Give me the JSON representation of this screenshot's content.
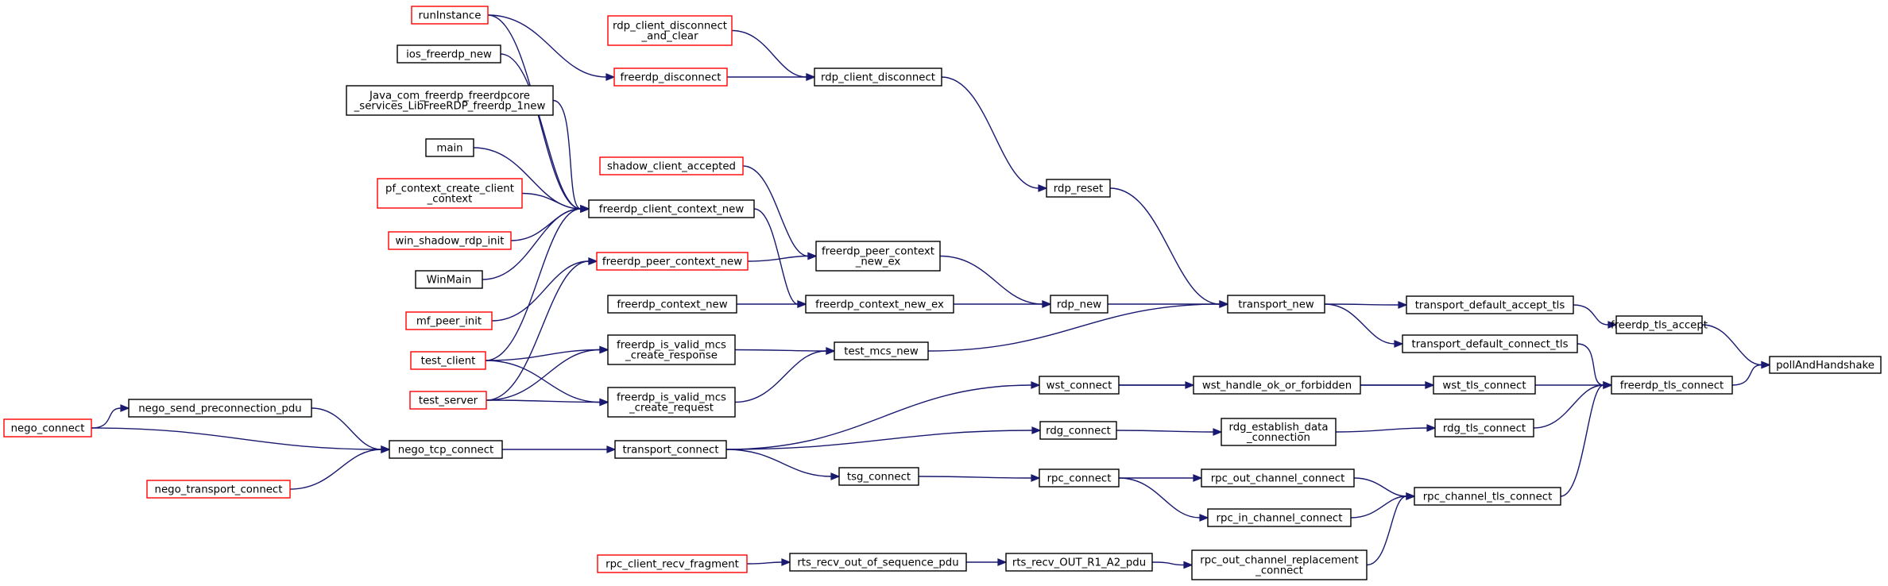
{
  "colors": {
    "edge": "#191970",
    "normal_border": "#000000",
    "truncated_border": "#ff0000",
    "focus_fill": "#bfbfbf"
  },
  "nodes": [
    {
      "id": "pollAndHandshake",
      "lines": [
        "pollAndHandshake"
      ],
      "kind": "focus"
    },
    {
      "id": "freerdp_tls_accept",
      "lines": [
        "freerdp_tls_accept"
      ],
      "kind": "normal"
    },
    {
      "id": "freerdp_tls_connect",
      "lines": [
        "freerdp_tls_connect"
      ],
      "kind": "normal"
    },
    {
      "id": "transport_default_accept_tls",
      "lines": [
        "transport_default_accept_tls"
      ],
      "kind": "normal"
    },
    {
      "id": "transport_default_connect_tls",
      "lines": [
        "transport_default_connect_tls"
      ],
      "kind": "normal"
    },
    {
      "id": "wst_tls_connect",
      "lines": [
        "wst_tls_connect"
      ],
      "kind": "normal"
    },
    {
      "id": "rdg_tls_connect",
      "lines": [
        "rdg_tls_connect"
      ],
      "kind": "normal"
    },
    {
      "id": "rpc_channel_tls_connect",
      "lines": [
        "rpc_channel_tls_connect"
      ],
      "kind": "normal"
    },
    {
      "id": "transport_new",
      "lines": [
        "transport_new"
      ],
      "kind": "normal"
    },
    {
      "id": "wst_handle_ok_or_forbidden",
      "lines": [
        "wst_handle_ok_or_forbidden"
      ],
      "kind": "normal"
    },
    {
      "id": "rdg_establish_data_connection",
      "lines": [
        "rdg_establish_data",
        "_connection"
      ],
      "kind": "normal"
    },
    {
      "id": "rpc_out_channel_connect",
      "lines": [
        "rpc_out_channel_connect"
      ],
      "kind": "normal"
    },
    {
      "id": "rpc_in_channel_connect",
      "lines": [
        "rpc_in_channel_connect"
      ],
      "kind": "normal"
    },
    {
      "id": "rpc_out_channel_replacement_connect",
      "lines": [
        "rpc_out_channel_replacement",
        "_connect"
      ],
      "kind": "normal"
    },
    {
      "id": "rdp_reset",
      "lines": [
        "rdp_reset"
      ],
      "kind": "normal"
    },
    {
      "id": "rdp_new",
      "lines": [
        "rdp_new"
      ],
      "kind": "normal"
    },
    {
      "id": "wst_connect",
      "lines": [
        "wst_connect"
      ],
      "kind": "normal"
    },
    {
      "id": "rdg_connect",
      "lines": [
        "rdg_connect"
      ],
      "kind": "normal"
    },
    {
      "id": "rpc_connect",
      "lines": [
        "rpc_connect"
      ],
      "kind": "normal"
    },
    {
      "id": "rts_recv_OUT_R1_A2_pdu",
      "lines": [
        "rts_recv_OUT_R1_A2_pdu"
      ],
      "kind": "normal"
    },
    {
      "id": "rdp_client_disconnect",
      "lines": [
        "rdp_client_disconnect"
      ],
      "kind": "normal"
    },
    {
      "id": "freerdp_peer_context_new_ex",
      "lines": [
        "freerdp_peer_context",
        "_new_ex"
      ],
      "kind": "normal"
    },
    {
      "id": "freerdp_context_new_ex",
      "lines": [
        "freerdp_context_new_ex"
      ],
      "kind": "normal"
    },
    {
      "id": "test_mcs_new",
      "lines": [
        "test_mcs_new"
      ],
      "kind": "normal"
    },
    {
      "id": "transport_connect",
      "lines": [
        "transport_connect"
      ],
      "kind": "normal"
    },
    {
      "id": "tsg_connect",
      "lines": [
        "tsg_connect"
      ],
      "kind": "normal"
    },
    {
      "id": "rts_recv_out_of_sequence_pdu",
      "lines": [
        "rts_recv_out_of_sequence_pdu"
      ],
      "kind": "normal"
    },
    {
      "id": "rdp_client_disconnect_and_clear",
      "lines": [
        "rdp_client_disconnect",
        "_and_clear"
      ],
      "kind": "truncated"
    },
    {
      "id": "freerdp_disconnect",
      "lines": [
        "freerdp_disconnect"
      ],
      "kind": "truncated"
    },
    {
      "id": "shadow_client_accepted",
      "lines": [
        "shadow_client_accepted"
      ],
      "kind": "truncated"
    },
    {
      "id": "freerdp_client_context_new",
      "lines": [
        "freerdp_client_context_new"
      ],
      "kind": "normal"
    },
    {
      "id": "freerdp_peer_context_new",
      "lines": [
        "freerdp_peer_context_new"
      ],
      "kind": "truncated"
    },
    {
      "id": "freerdp_context_new",
      "lines": [
        "freerdp_context_new"
      ],
      "kind": "normal"
    },
    {
      "id": "freerdp_is_valid_mcs_create_response",
      "lines": [
        "freerdp_is_valid_mcs",
        "_create_response"
      ],
      "kind": "normal"
    },
    {
      "id": "freerdp_is_valid_mcs_create_request",
      "lines": [
        "freerdp_is_valid_mcs",
        "_create_request"
      ],
      "kind": "normal"
    },
    {
      "id": "nego_tcp_connect",
      "lines": [
        "nego_tcp_connect"
      ],
      "kind": "normal"
    },
    {
      "id": "rpc_client_recv_fragment",
      "lines": [
        "rpc_client_recv_fragment"
      ],
      "kind": "truncated"
    },
    {
      "id": "runInstance",
      "lines": [
        "runInstance"
      ],
      "kind": "truncated"
    },
    {
      "id": "ios_freerdp_new",
      "lines": [
        "ios_freerdp_new"
      ],
      "kind": "normal"
    },
    {
      "id": "Java_com_freerdp",
      "lines": [
        "Java_com_freerdp_freerdpcore",
        "_services_LibFreeRDP_freerdp_1new"
      ],
      "kind": "normal"
    },
    {
      "id": "main",
      "lines": [
        "main"
      ],
      "kind": "normal"
    },
    {
      "id": "pf_context_create_client_context",
      "lines": [
        "pf_context_create_client",
        "_context"
      ],
      "kind": "truncated"
    },
    {
      "id": "win_shadow_rdp_init",
      "lines": [
        "win_shadow_rdp_init"
      ],
      "kind": "truncated"
    },
    {
      "id": "WinMain",
      "lines": [
        "WinMain"
      ],
      "kind": "normal"
    },
    {
      "id": "mf_peer_init",
      "lines": [
        "mf_peer_init"
      ],
      "kind": "truncated"
    },
    {
      "id": "test_client",
      "lines": [
        "test_client"
      ],
      "kind": "truncated"
    },
    {
      "id": "test_server",
      "lines": [
        "test_server"
      ],
      "kind": "truncated"
    },
    {
      "id": "nego_send_preconnection_pdu",
      "lines": [
        "nego_send_preconnection_pdu"
      ],
      "kind": "normal"
    },
    {
      "id": "nego_transport_connect",
      "lines": [
        "nego_transport_connect"
      ],
      "kind": "truncated"
    },
    {
      "id": "nego_connect",
      "lines": [
        "nego_connect"
      ],
      "kind": "truncated"
    }
  ],
  "edges": [
    [
      "freerdp_tls_accept",
      "pollAndHandshake"
    ],
    [
      "freerdp_tls_connect",
      "pollAndHandshake"
    ],
    [
      "transport_default_accept_tls",
      "freerdp_tls_accept"
    ],
    [
      "transport_default_connect_tls",
      "freerdp_tls_connect"
    ],
    [
      "wst_tls_connect",
      "freerdp_tls_connect"
    ],
    [
      "rdg_tls_connect",
      "freerdp_tls_connect"
    ],
    [
      "rpc_channel_tls_connect",
      "freerdp_tls_connect"
    ],
    [
      "transport_new",
      "transport_default_accept_tls"
    ],
    [
      "transport_new",
      "transport_default_connect_tls"
    ],
    [
      "wst_handle_ok_or_forbidden",
      "wst_tls_connect"
    ],
    [
      "wst_connect",
      "wst_tls_connect"
    ],
    [
      "rdg_establish_data_connection",
      "rdg_tls_connect"
    ],
    [
      "rpc_out_channel_connect",
      "rpc_channel_tls_connect"
    ],
    [
      "rpc_in_channel_connect",
      "rpc_channel_tls_connect"
    ],
    [
      "rpc_out_channel_replacement_connect",
      "rpc_channel_tls_connect"
    ],
    [
      "rdp_reset",
      "transport_new"
    ],
    [
      "rdp_new",
      "transport_new"
    ],
    [
      "test_mcs_new",
      "transport_new"
    ],
    [
      "wst_connect",
      "wst_handle_ok_or_forbidden"
    ],
    [
      "rdg_connect",
      "rdg_establish_data_connection"
    ],
    [
      "rpc_connect",
      "rpc_out_channel_connect"
    ],
    [
      "rpc_connect",
      "rpc_in_channel_connect"
    ],
    [
      "rts_recv_OUT_R1_A2_pdu",
      "rpc_out_channel_replacement_connect"
    ],
    [
      "rdp_client_disconnect",
      "rdp_reset"
    ],
    [
      "freerdp_peer_context_new_ex",
      "rdp_new"
    ],
    [
      "freerdp_context_new_ex",
      "rdp_new"
    ],
    [
      "transport_connect",
      "wst_connect"
    ],
    [
      "transport_connect",
      "rdg_connect"
    ],
    [
      "tsg_connect",
      "rpc_connect"
    ],
    [
      "rts_recv_out_of_sequence_pdu",
      "rts_recv_OUT_R1_A2_pdu"
    ],
    [
      "rdp_client_disconnect_and_clear",
      "rdp_client_disconnect"
    ],
    [
      "freerdp_disconnect",
      "rdp_client_disconnect"
    ],
    [
      "shadow_client_accepted",
      "freerdp_peer_context_new_ex"
    ],
    [
      "freerdp_peer_context_new",
      "freerdp_peer_context_new_ex"
    ],
    [
      "freerdp_client_context_new",
      "freerdp_context_new_ex"
    ],
    [
      "freerdp_context_new",
      "freerdp_context_new_ex"
    ],
    [
      "freerdp_is_valid_mcs_create_response",
      "test_mcs_new"
    ],
    [
      "freerdp_is_valid_mcs_create_request",
      "test_mcs_new"
    ],
    [
      "nego_tcp_connect",
      "transport_connect"
    ],
    [
      "transport_connect",
      "tsg_connect"
    ],
    [
      "rpc_client_recv_fragment",
      "rts_recv_out_of_sequence_pdu"
    ],
    [
      "runInstance",
      "freerdp_disconnect"
    ],
    [
      "runInstance",
      "freerdp_client_context_new"
    ],
    [
      "ios_freerdp_new",
      "freerdp_client_context_new"
    ],
    [
      "Java_com_freerdp",
      "freerdp_client_context_new"
    ],
    [
      "main",
      "freerdp_client_context_new"
    ],
    [
      "pf_context_create_client_context",
      "freerdp_client_context_new"
    ],
    [
      "win_shadow_rdp_init",
      "freerdp_client_context_new"
    ],
    [
      "WinMain",
      "freerdp_client_context_new"
    ],
    [
      "test_client",
      "freerdp_client_context_new"
    ],
    [
      "mf_peer_init",
      "freerdp_peer_context_new"
    ],
    [
      "test_server",
      "freerdp_peer_context_new"
    ],
    [
      "test_client",
      "freerdp_is_valid_mcs_create_response"
    ],
    [
      "test_server",
      "freerdp_is_valid_mcs_create_response"
    ],
    [
      "test_client",
      "freerdp_is_valid_mcs_create_request"
    ],
    [
      "test_server",
      "freerdp_is_valid_mcs_create_request"
    ],
    [
      "nego_send_preconnection_pdu",
      "nego_tcp_connect"
    ],
    [
      "nego_connect",
      "nego_tcp_connect"
    ],
    [
      "nego_transport_connect",
      "nego_tcp_connect"
    ],
    [
      "nego_connect",
      "nego_send_preconnection_pdu"
    ]
  ]
}
